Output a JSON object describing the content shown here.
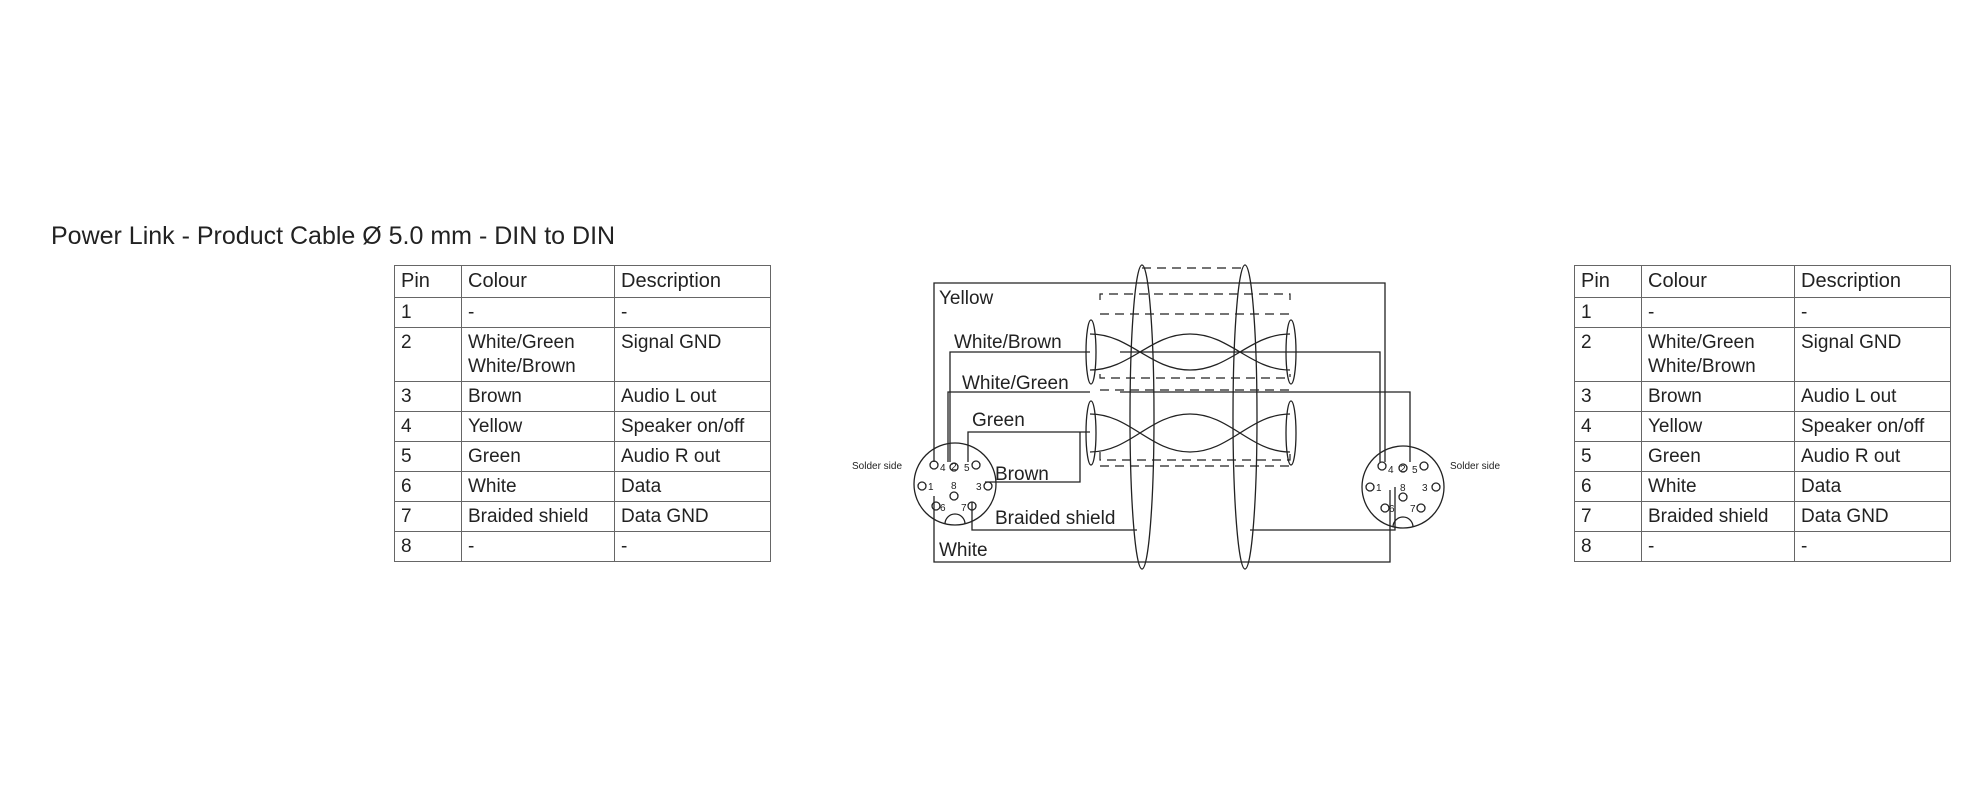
{
  "title": "Power Link - Product Cable Ø 5.0 mm - DIN to DIN",
  "table": {
    "headers": [
      "Pin",
      "Colour",
      "Description"
    ],
    "rows": [
      {
        "pin": "1",
        "colour": [
          "-"
        ],
        "description": "-"
      },
      {
        "pin": "2",
        "colour": [
          "White/Green",
          "White/Brown"
        ],
        "description": "Signal GND"
      },
      {
        "pin": "3",
        "colour": [
          "Brown"
        ],
        "description": "Audio L out"
      },
      {
        "pin": "4",
        "colour": [
          "Yellow"
        ],
        "description": "Speaker on/off"
      },
      {
        "pin": "5",
        "colour": [
          "Green"
        ],
        "description": "Audio R out"
      },
      {
        "pin": "6",
        "colour": [
          "White"
        ],
        "description": "Data"
      },
      {
        "pin": "7",
        "colour": [
          "Braided shield"
        ],
        "description": "Data GND"
      },
      {
        "pin": "8",
        "colour": [
          "-"
        ],
        "description": "-"
      }
    ]
  },
  "diagram": {
    "wire_labels": {
      "yellow": "Yellow",
      "white_brown": "White/Brown",
      "white_green": "White/Green",
      "green": "Green",
      "brown": "Brown",
      "braided_shield": "Braided shield",
      "white": "White"
    },
    "solder_side_label": "Solder side",
    "pin_numbers": [
      "1",
      "2",
      "3",
      "4",
      "5",
      "6",
      "7",
      "8"
    ],
    "line_color": "#222222"
  }
}
